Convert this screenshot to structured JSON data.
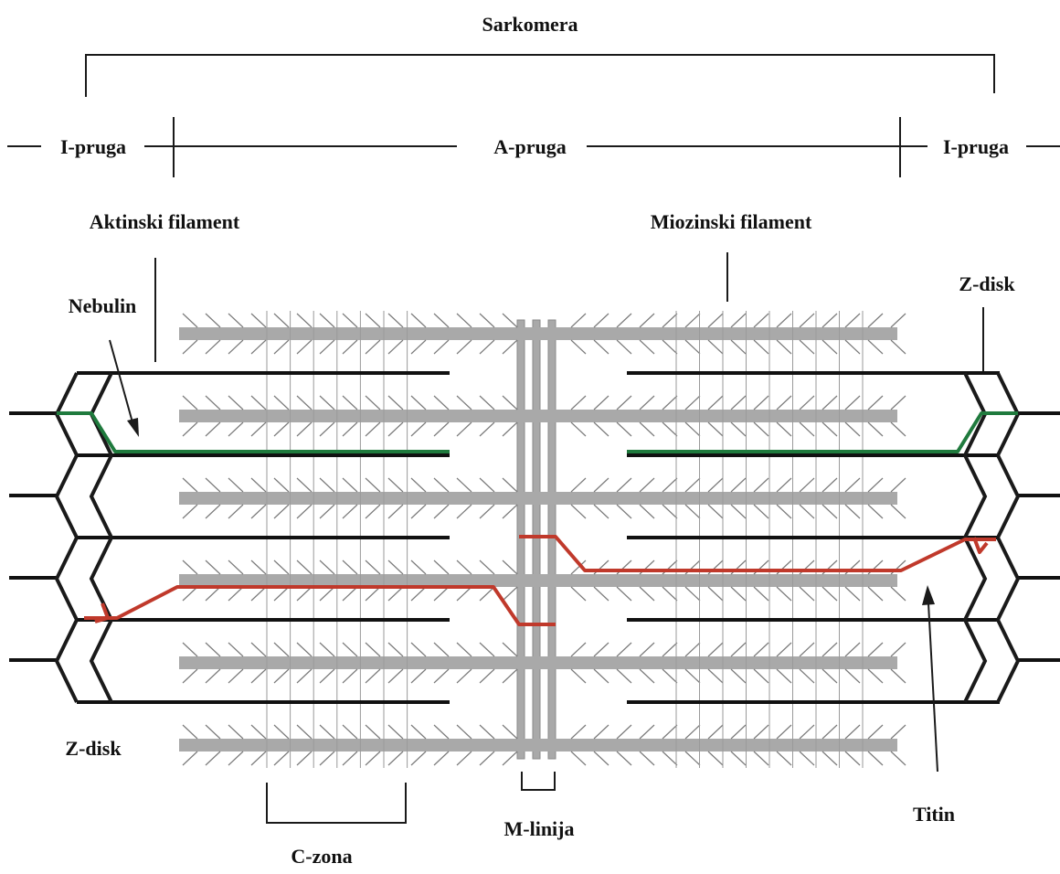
{
  "labels": {
    "sarkomera": "Sarkomera",
    "i_band_left": "I-pruga",
    "a_band": "A-pruga",
    "i_band_right": "I-pruga",
    "actin": "Aktinski filament",
    "myosin": "Miozinski filament",
    "nebulin": "Nebulin",
    "z_disk_top": "Z-disk",
    "z_disk_bottom": "Z-disk",
    "c_zone": "C-zona",
    "m_line": "M-linija",
    "titin": "Titin"
  },
  "colors": {
    "myosin": "#a9a9a9",
    "actin": "#111111",
    "nebulin": "#1f7a3d",
    "titin": "#c0392b",
    "lines": "#1a1a1a"
  }
}
